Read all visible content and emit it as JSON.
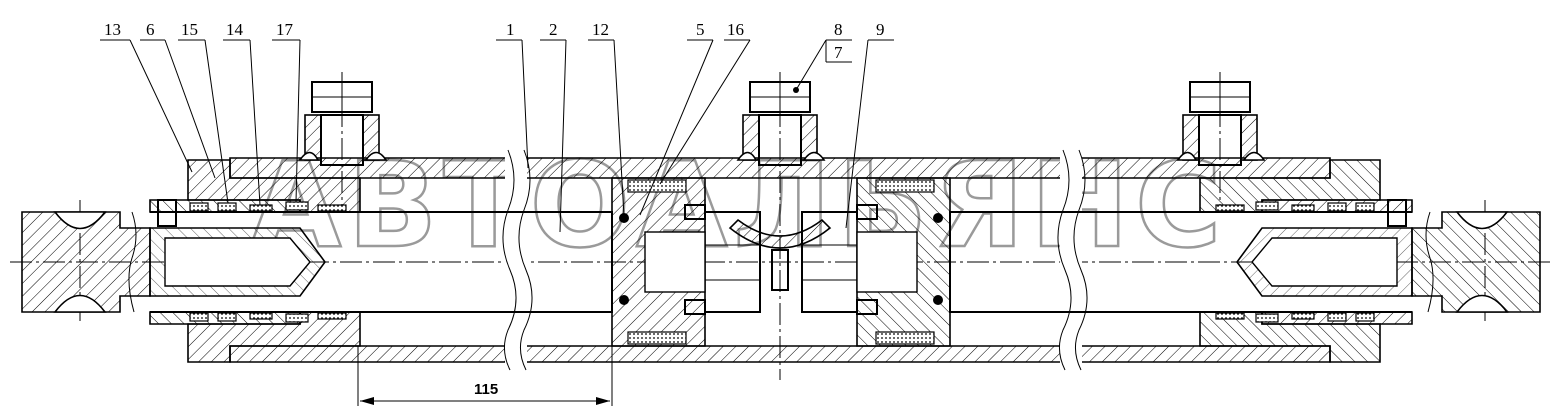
{
  "labels": {
    "top": [
      "13",
      "6",
      "15",
      "14",
      "17",
      "1",
      "2",
      "12",
      "5",
      "16",
      "8",
      "7",
      "9"
    ],
    "dimension": "115"
  },
  "watermark": "АВТОАЛЬЯНС",
  "colors": {
    "line": "#000000",
    "watermark": "#9a9a9a",
    "background": "#ffffff"
  }
}
